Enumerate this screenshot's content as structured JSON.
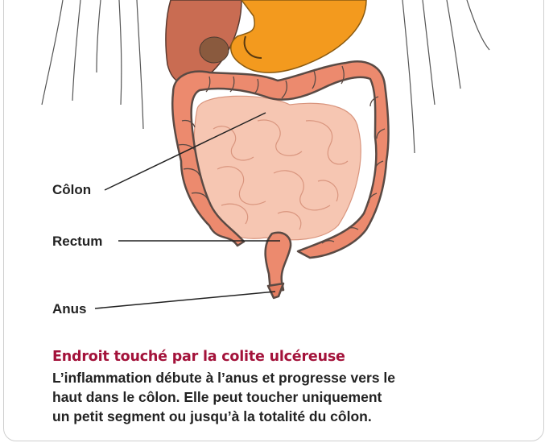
{
  "labels": {
    "colon": "Côlon",
    "rectum": "Rectum",
    "anus": "Anus"
  },
  "caption": {
    "title": "Endroit touché par la colite ulcéreuse",
    "lines": [
      "L’inflammation débute à l’anus et progresse vers le",
      "haut dans le côlon. Elle peut toucher uniquement",
      "un petit segment ou jusqu’à la totalité du côlon."
    ]
  },
  "colors": {
    "colon": "#ec8a6e",
    "colon_outline": "#5a4a44",
    "intestine": "#f6c6b2",
    "stomach": "#f39a1e",
    "liver": "#c96c52",
    "title": "#a3123a"
  }
}
